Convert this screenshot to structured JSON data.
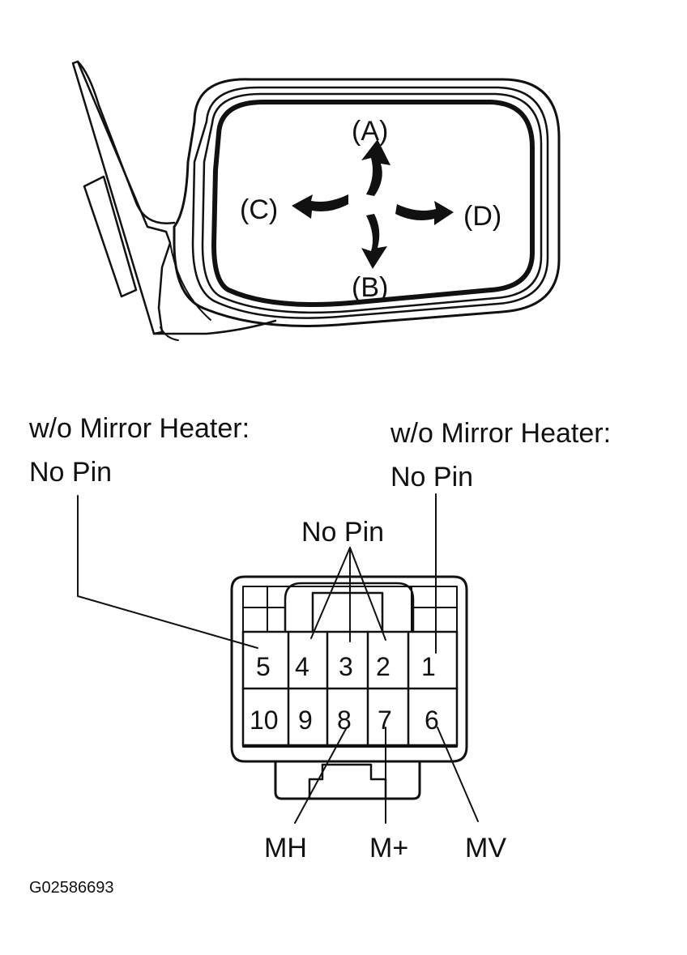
{
  "mirror": {
    "directions": {
      "up": "(A)",
      "down": "(B)",
      "left": "(C)",
      "right": "(D)"
    }
  },
  "connector": {
    "note_left_line1": "w/o Mirror Heater:",
    "note_left_line2": "No Pin",
    "note_right_line1": "w/o Mirror Heater:",
    "note_right_line2": "No Pin",
    "note_center": "No Pin",
    "pins_top": [
      "5",
      "4",
      "3",
      "2",
      "1"
    ],
    "pins_bottom": [
      "10",
      "9",
      "8",
      "7",
      "6"
    ],
    "terminals": {
      "mh": "MH",
      "m_plus": "M+",
      "mv": "MV"
    }
  },
  "figure_code": "G02586693"
}
